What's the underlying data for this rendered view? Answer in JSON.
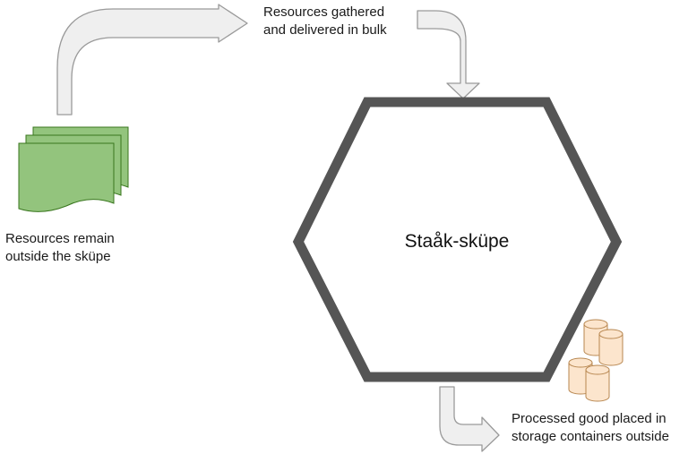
{
  "diagram": {
    "center_label": "Staåk-sküpe",
    "top_label": [
      "Resources gathered",
      "and delivered in bulk"
    ],
    "left_label": [
      "Resources remain",
      "outside the sküpe"
    ],
    "bottom_label": [
      "Processed good placed in",
      "storage containers outside"
    ]
  },
  "colors": {
    "arrow_fill": "#efefef",
    "arrow_stroke": "#9a9a9a",
    "hexagon_stroke": "#555555",
    "document_fill": "#93c47d",
    "document_stroke": "#38761d",
    "container_fill": "#fce5cd",
    "container_stroke": "#b7864f"
  },
  "icons": [
    "document-stack-icon",
    "storage-container-icon"
  ]
}
